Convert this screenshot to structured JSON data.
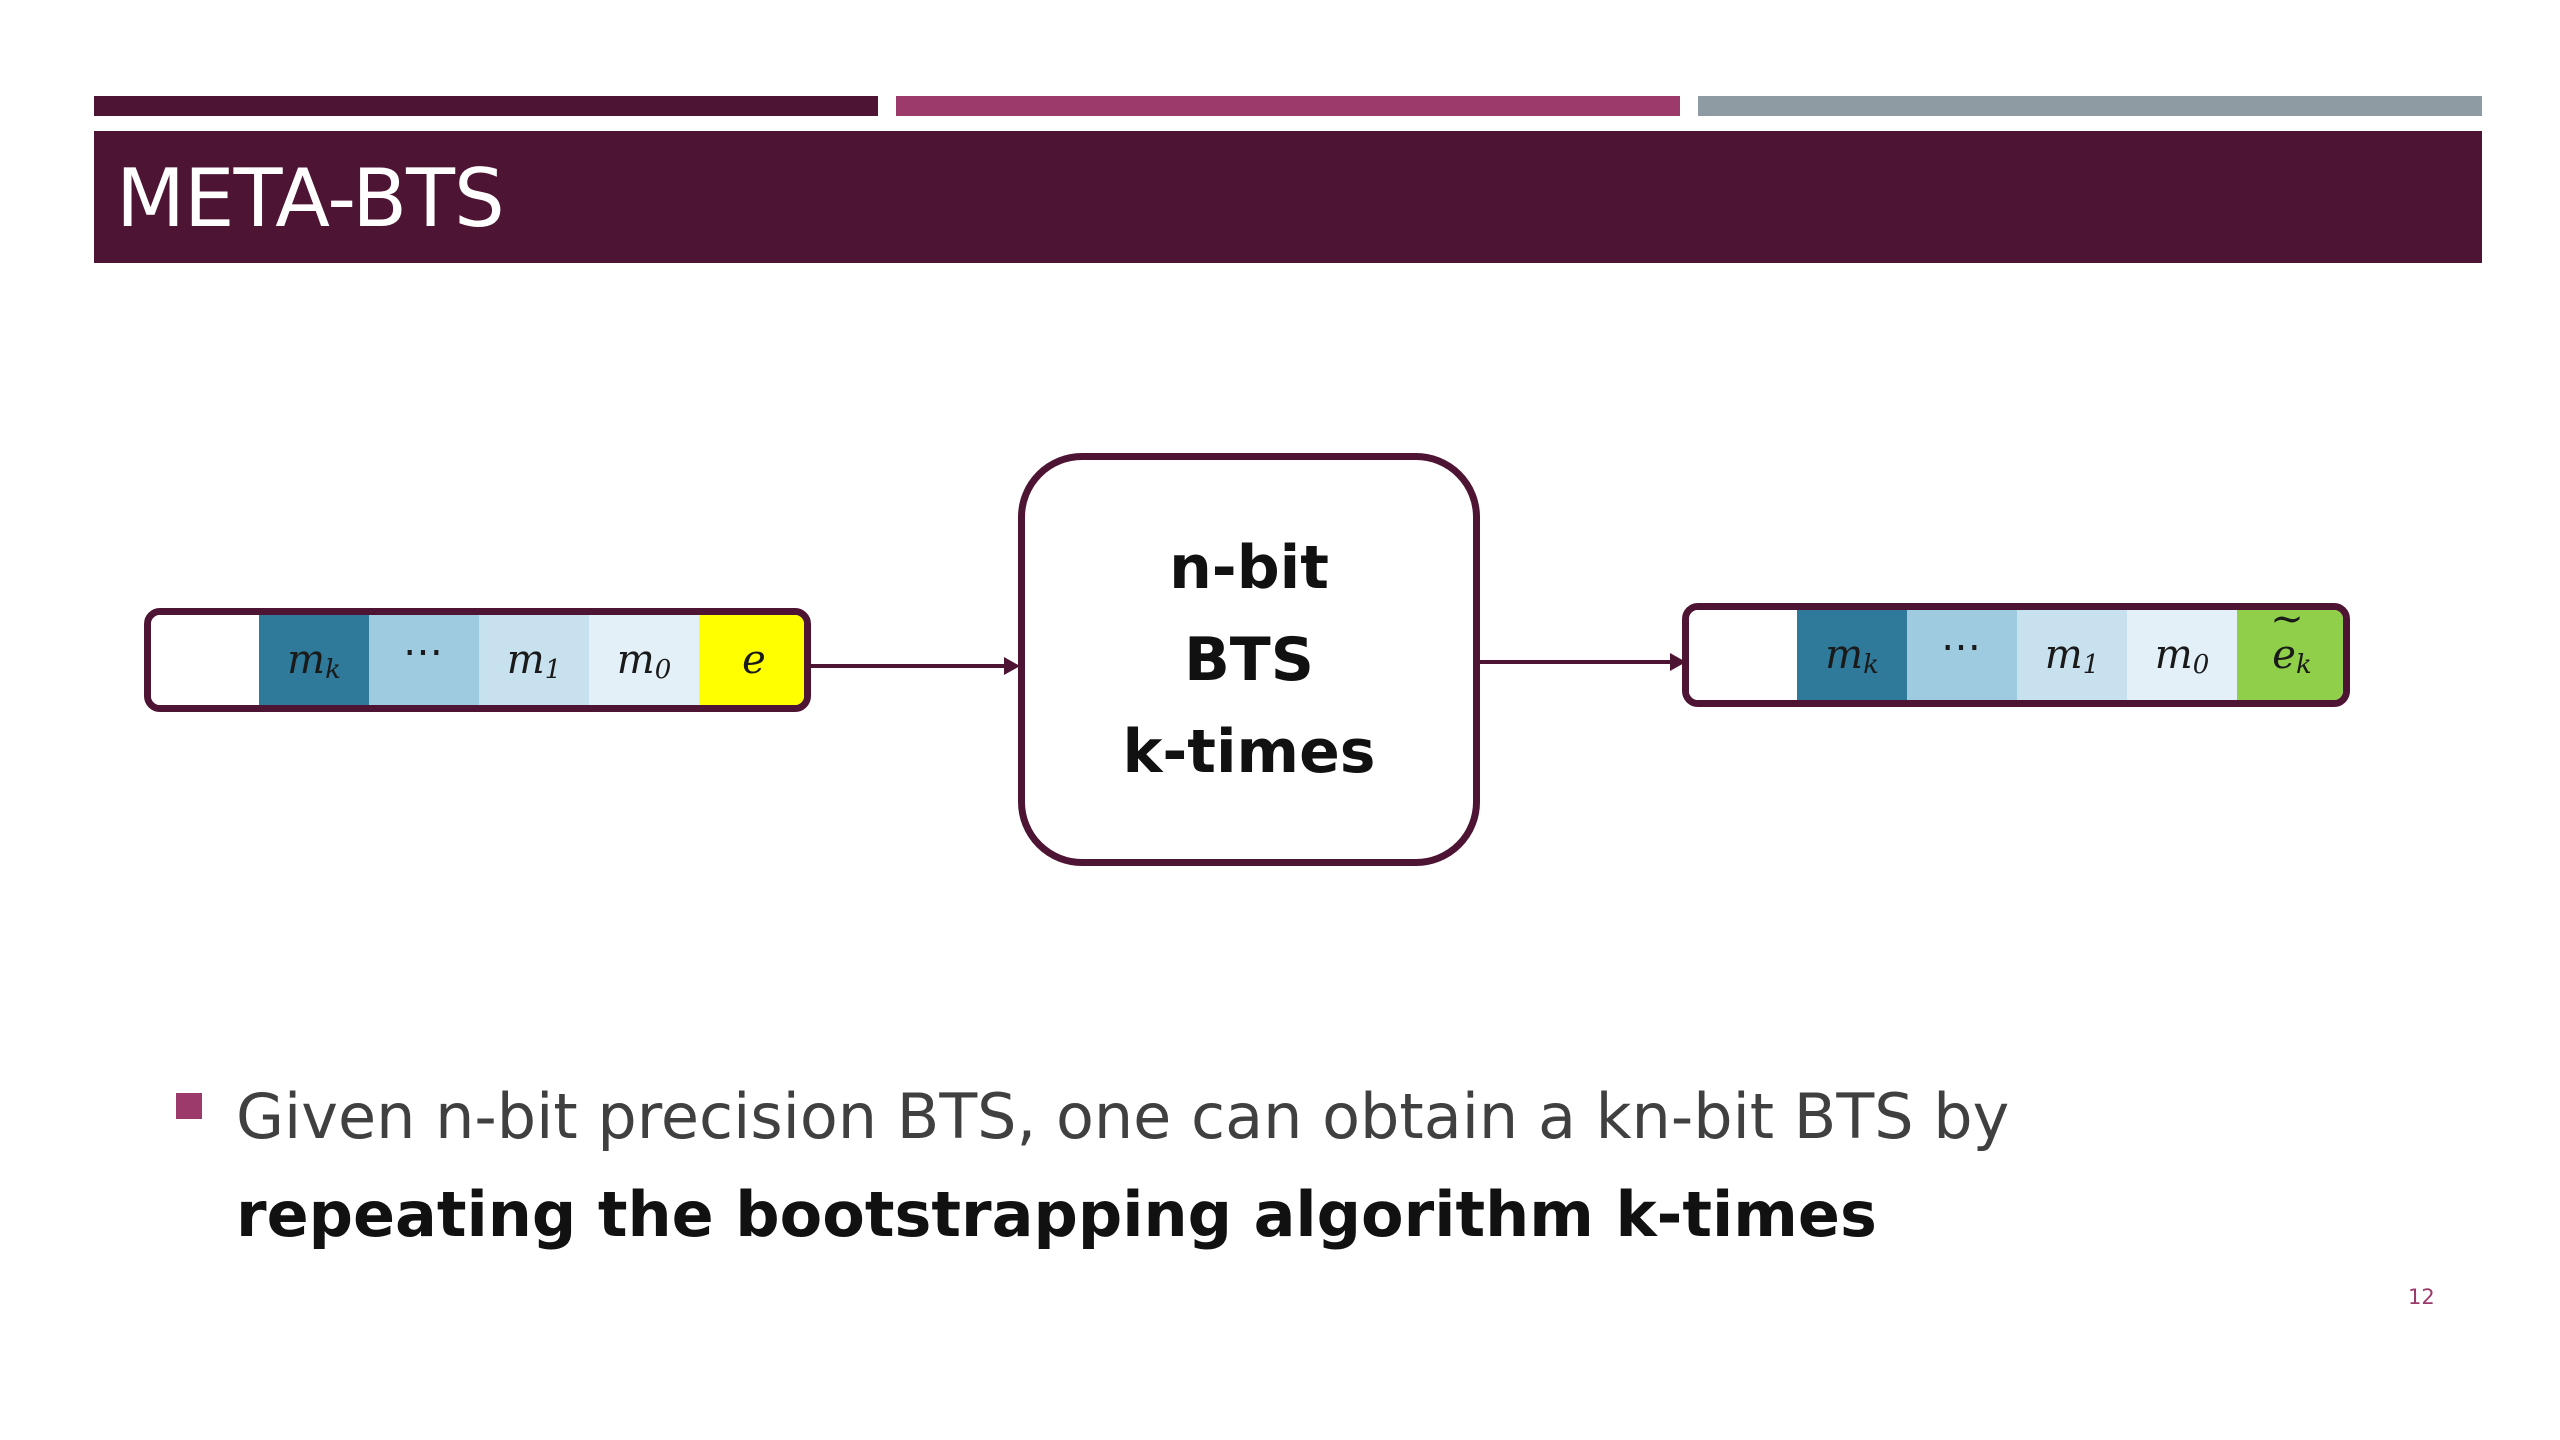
{
  "slide": {
    "title": "META-BTS",
    "page_number": "12",
    "accent_colors": {
      "dark": "#4e1433",
      "magenta": "#9b3a6b",
      "gray": "#8e9ba3"
    }
  },
  "diagram": {
    "input_register": {
      "cells": [
        {
          "base": "m",
          "sub": "k",
          "color": "#2f7a9b"
        },
        {
          "base": "⋯",
          "sub": "",
          "color": "#9fcbe0"
        },
        {
          "base": "m",
          "sub": "1",
          "color": "#c8e1ee"
        },
        {
          "base": "m",
          "sub": "0",
          "color": "#e3f0f7"
        },
        {
          "base": "e",
          "sub": "",
          "color": "#ffff00"
        }
      ]
    },
    "box_lines": [
      "n-bit",
      "BTS",
      "k-times"
    ],
    "output_register": {
      "cells": [
        {
          "base": "m",
          "sub": "k",
          "color": "#2f7a9b"
        },
        {
          "base": "⋯",
          "sub": "",
          "color": "#9fcbe0"
        },
        {
          "base": "m",
          "sub": "1",
          "color": "#c8e1ee"
        },
        {
          "base": "m",
          "sub": "0",
          "color": "#e3f0f7"
        },
        {
          "base": "e",
          "sub": "k",
          "color": "#8fcf4a"
        }
      ]
    }
  },
  "bullet": {
    "plain": "Given n-bit precision BTS, one can obtain a kn-bit BTS by",
    "bold": "repeating the bootstrapping algorithm k-times"
  }
}
